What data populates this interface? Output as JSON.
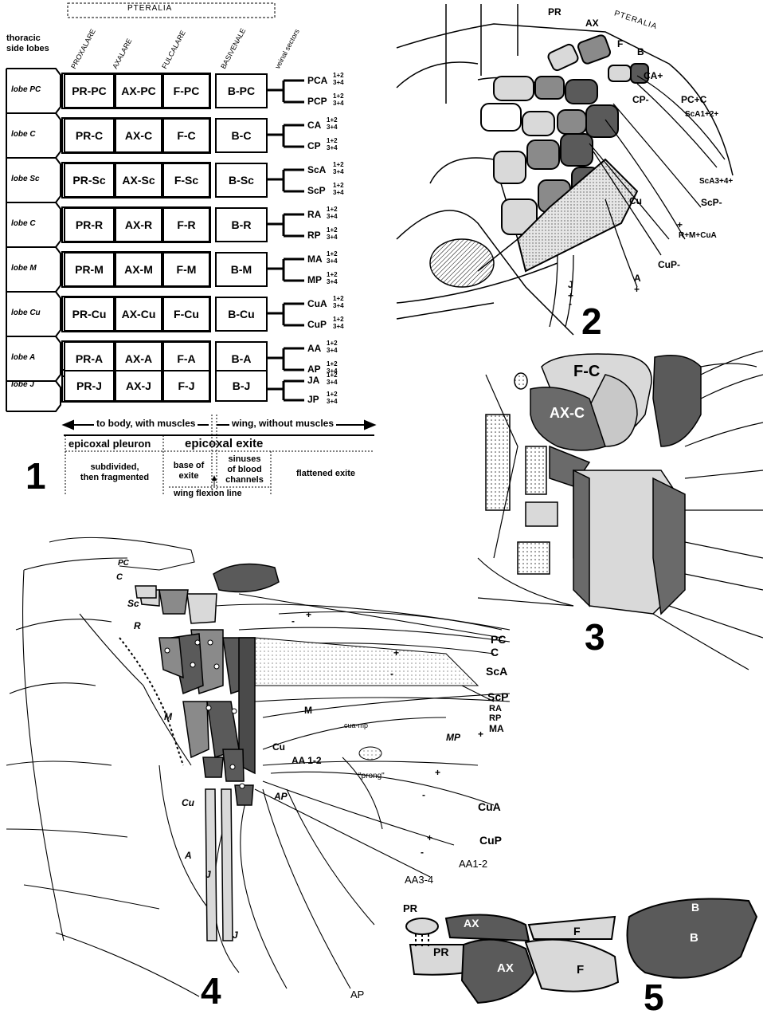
{
  "panels": {
    "p1": "1",
    "p2": "2",
    "p3": "3",
    "p4": "4",
    "p5": "5"
  },
  "fig1": {
    "pteralia": "PTERALIA",
    "side_lobes": [
      "thoracic",
      "side lobes"
    ],
    "col_headers": [
      "PROXALARE",
      "AXALARE",
      "FULCALARE",
      "BASIVENALE",
      "veinal sectors"
    ],
    "rows": [
      {
        "lobe": "lobe PC",
        "cells": [
          "PR-PC",
          "AX-PC",
          "F-PC",
          "B-PC"
        ],
        "v1": "PCA",
        "v2": "PCP"
      },
      {
        "lobe": "lobe C",
        "cells": [
          "PR-C",
          "AX-C",
          "F-C",
          "B-C"
        ],
        "v1": "CA",
        "v2": "CP"
      },
      {
        "lobe": "lobe Sc",
        "cells": [
          "PR-Sc",
          "AX-Sc",
          "F-Sc",
          "B-Sc"
        ],
        "v1": "ScA",
        "v2": "ScP"
      },
      {
        "lobe": "lobe C",
        "cells": [
          "PR-R",
          "AX-R",
          "F-R",
          "B-R"
        ],
        "v1": "RA",
        "v2": "RP"
      },
      {
        "lobe": "lobe M",
        "cells": [
          "PR-M",
          "AX-M",
          "F-M",
          "B-M"
        ],
        "v1": "MA",
        "v2": "MP"
      },
      {
        "lobe": "lobe Cu",
        "cells": [
          "PR-Cu",
          "AX-Cu",
          "F-Cu",
          "B-Cu"
        ],
        "v1": "CuA",
        "v2": "CuP"
      },
      {
        "lobe": "lobe A",
        "cells": [
          "PR-A",
          "AX-A",
          "F-A",
          "B-A"
        ],
        "v1": "AA",
        "v2": "AP"
      },
      {
        "lobe": "lobe J",
        "cells": [
          "PR-J",
          "AX-J",
          "F-J",
          "B-J"
        ],
        "v1": "JA",
        "v2": "JP"
      }
    ],
    "sup_a": "1+2",
    "sup_b": "3+4",
    "to_body": "to body, with muscles",
    "wing": "wing, without muscles",
    "pleuron": "epicoxal pleuron",
    "exite": "epicoxal exite",
    "subdivided": [
      "subdivided,",
      "then fragmented"
    ],
    "base_exite": [
      "base of",
      "exite"
    ],
    "sinuses": [
      "sinuses",
      "of blood",
      "channels"
    ],
    "flattened": "flattened exite",
    "flexion": "wing flexion line"
  },
  "fig2": {
    "pteralia": "PTERALIA",
    "labels": {
      "PR": "PR",
      "AX": "AX",
      "F": "F",
      "B": "B",
      "CA": "CA+",
      "CP": "CP-",
      "PCC": "PC+C",
      "ScA12": "ScA1+2+",
      "ScA34": "ScA3+4+",
      "ScP": "ScP-",
      "Cu": "Cu",
      "RMCuA": "R+M+CuA",
      "plus": "+",
      "CuP": "CuP-",
      "J": "J",
      "A": "A",
      "pm1": "+",
      "pm2": "-",
      "aplus": "+"
    }
  },
  "fig3": {
    "FC": "F-C",
    "AXC": "AX-C"
  },
  "fig4": {
    "left": {
      "PC": "PC",
      "C": "C",
      "Sc": "Sc",
      "R": "R",
      "M": "M",
      "Cu": "Cu",
      "A": "A",
      "J": "J",
      "J2": "J"
    },
    "right": {
      "PC": "PC",
      "C": "C",
      "ScA": "ScA",
      "ScP": "ScP",
      "RA": "RA",
      "RP": "RP",
      "MA": "MA",
      "plusMA": "+",
      "MP": "MP",
      "Mmid": "M",
      "cuamp": "cua-mp",
      "Cumid": "Cu",
      "AA12mid": "AA 1-2",
      "prong": "\"prong\"",
      "APmid": "AP",
      "CuA": "CuA",
      "CuP": "CuP",
      "AA12": "AA1-2",
      "AA34": "AA3-4",
      "AP": "AP"
    },
    "signs": {
      "p1": "+",
      "m1": "-",
      "p2": "+",
      "m2": "-",
      "p3": "+",
      "m3": "-",
      "p4": "+",
      "m4": "-"
    }
  },
  "fig5": {
    "PR1": "PR",
    "PR2": "PR",
    "AX1": "AX",
    "AX2": "AX",
    "F1": "F",
    "F2": "F",
    "B1": "B",
    "B2": "B"
  }
}
